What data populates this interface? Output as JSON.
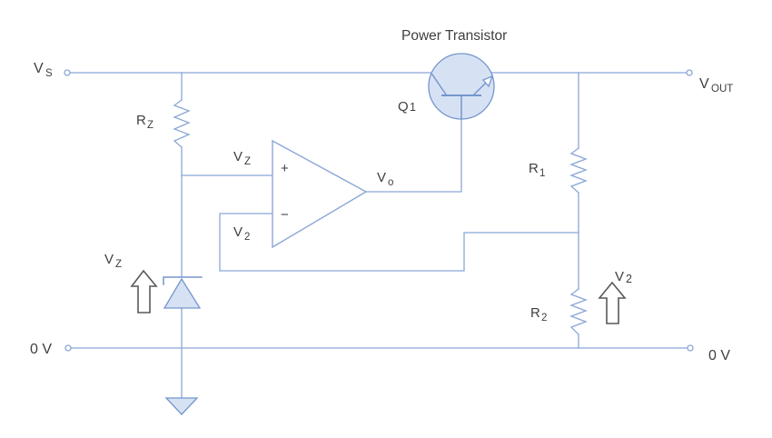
{
  "colors": {
    "wire_color": "#8ba7d7",
    "component_stroke": "#7596cc",
    "component_fill": "#d6e2f4",
    "annotation_color": "#595959",
    "text_color": "#3f3f3f"
  },
  "labels": {
    "power_transistor": "Power Transistor",
    "vs": {
      "base": "V",
      "sub": "S"
    },
    "vout": {
      "base": "V",
      "sub": "OUT"
    },
    "rz": {
      "base": "R",
      "sub": "Z"
    },
    "r1": {
      "base": "R",
      "sub": "1"
    },
    "r2": {
      "base": "R",
      "sub": "2"
    },
    "q1": {
      "base": "Q",
      "sub": "1"
    },
    "vo": {
      "base": "V",
      "sub": "o"
    },
    "vz_input": {
      "base": "V",
      "sub": "Z"
    },
    "v2_input": {
      "base": "V",
      "sub": "2"
    },
    "vz_across_zener": {
      "base": "V",
      "sub": "Z"
    },
    "v2_across_r2": {
      "base": "V",
      "sub": "2"
    },
    "zero_v_left": "0 V",
    "zero_v_right": "0 V",
    "opamp_noninverting": "+",
    "opamp_inverting": "−"
  }
}
